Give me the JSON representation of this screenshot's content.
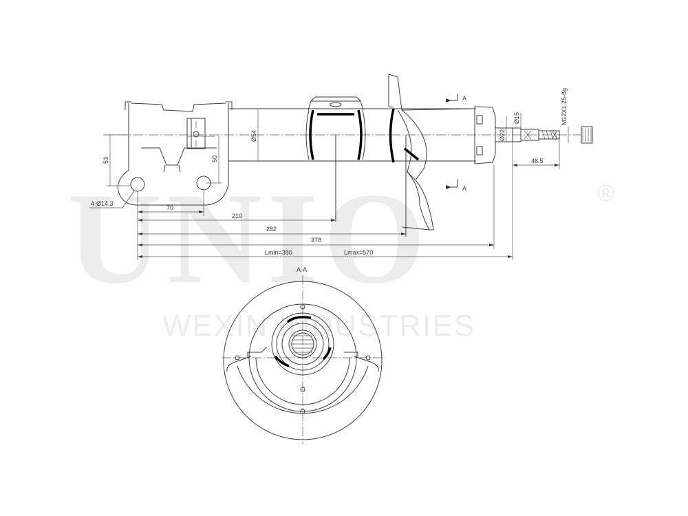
{
  "watermark": {
    "brand": "UNIO",
    "registered": "®",
    "subtitle": "WEXIN INDUSTRIES"
  },
  "section_marks": {
    "top": "A",
    "bottom": "A",
    "view_title": "A-A"
  },
  "dimensions": {
    "height_53": "53",
    "height_50": "50",
    "holes": "4-Ø14.3",
    "len_70": "70",
    "len_210": "210",
    "len_282": "282",
    "len_378": "378",
    "lmin": "Lmin=380",
    "lmax": "Lmax=570",
    "body_dia": "Ø54",
    "rod_dia": "Ø22",
    "thread_dia": "Ø15",
    "thread_len": "48.5",
    "thread_spec": "M12X1.25-6g"
  }
}
